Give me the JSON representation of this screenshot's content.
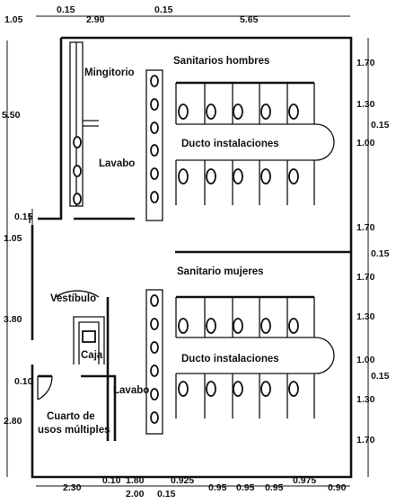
{
  "top_dimensions": [
    "1.05",
    "0.15",
    "2.90",
    "0.15",
    "5.65"
  ],
  "right_dimensions": [
    "1.70",
    "1.30",
    "0.15",
    "1.00",
    "1.70",
    "0.15",
    "1.70",
    "1.30",
    "1.00",
    "0.15",
    "1.30",
    "1.70"
  ],
  "left_dimensions": [
    "5.50",
    "0.15",
    "1.05",
    "3.80",
    "0.10",
    "2.80"
  ],
  "bottom_dimensions_row1": [
    "2.30",
    "0.10",
    "1.80",
    "0.925",
    "0.95",
    "0.95",
    "0.95",
    "0.975",
    "0.90"
  ],
  "bottom_dimensions_row2": [
    "2.00",
    "0.15"
  ],
  "rooms": {
    "urinals": "Mingitorio",
    "mens": "Sanitarios hombres",
    "sink_top": "Lavabo",
    "duct_top": "Ducto instalaciones",
    "womens": "Sanitario mujeres",
    "vestibule": "Vestíbulo",
    "cashier": "Caja",
    "sink_bottom": "Lavabo",
    "duct_bottom": "Ducto instalaciones",
    "multipurpose_line1": "Cuarto de",
    "multipurpose_line2": "usos múltiples"
  },
  "colors": {
    "ink": "#111111",
    "paper": "#ffffff"
  }
}
